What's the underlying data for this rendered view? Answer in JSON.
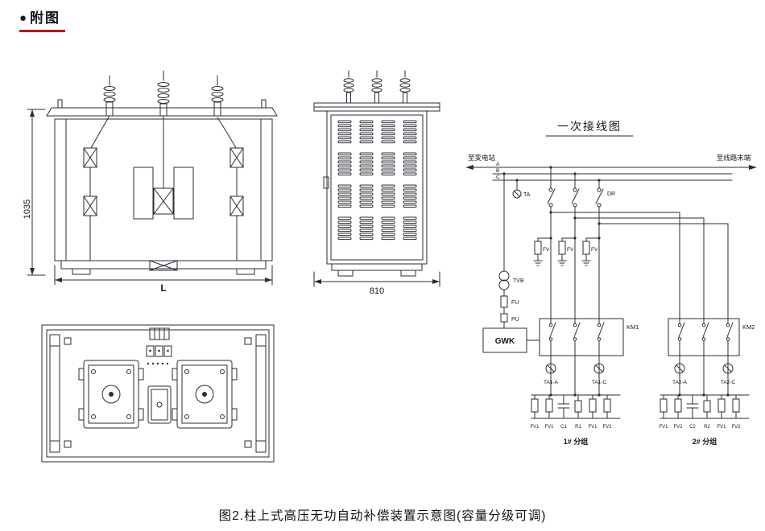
{
  "header": {
    "bullet": "●",
    "title": "附图"
  },
  "caption": "图2.柱上式高压无功自动补偿装置示意图(容量分级可调)",
  "front_view": {
    "height_dim": "1035",
    "width_dim": "L"
  },
  "side_view": {
    "width_dim": "810"
  },
  "schematic": {
    "title": "一次接线图",
    "to_substation": "至变电站",
    "to_line_end": "至线路末端",
    "phase_a": "A",
    "phase_b": "B",
    "phase_c": "C",
    "ta": "TA",
    "dr": "DR",
    "fv": "FV",
    "tvb": "TVB",
    "fu": "FU",
    "pu": "PU",
    "gwk": "GWK",
    "km1": "KM1",
    "km2": "KM2",
    "ta1a": "TA1-A",
    "ta1c": "TA1-C",
    "ta2a": "TA2-A",
    "ta2c": "TA2-C",
    "group1": {
      "labels": [
        "FV1",
        "FV1",
        "C1",
        "R1",
        "FV1",
        "FV2"
      ],
      "name": "1# 分组"
    },
    "group2": {
      "labels": [
        "FV1",
        "FV2",
        "C2",
        "R2",
        "FV1",
        "FV2"
      ],
      "name": "2# 分组"
    }
  }
}
